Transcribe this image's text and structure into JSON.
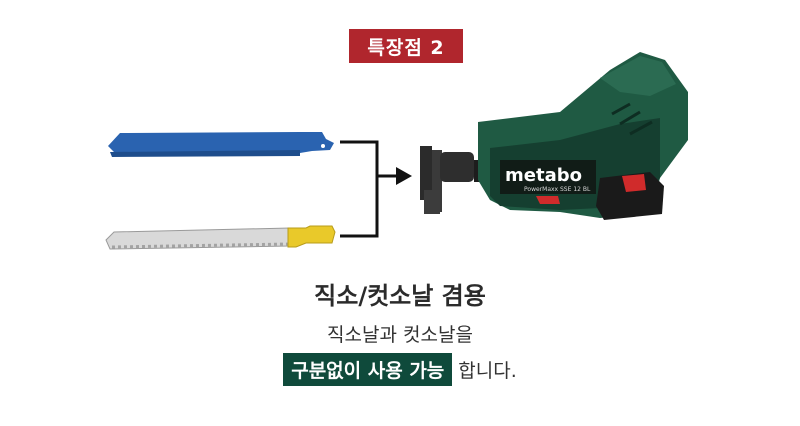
{
  "badge": {
    "text": "특장점 2"
  },
  "tool": {
    "brand": "metabo",
    "model": "PowerMaxx SSE 12 BL"
  },
  "heading": "직소/컷소날 겸용",
  "desc": {
    "line1": "직소날과 컷소날을",
    "highlight": "구분없이 사용 가능",
    "suffix": "합니다."
  },
  "colors": {
    "badge": "#b0262d",
    "highlight": "#0f4a3b",
    "reciprocating_blade": "#2a63b0",
    "jigsaw_blade": "#d9d9d9",
    "jigsaw_tang": "#e9c92a",
    "tool_body": "#1f5a43"
  },
  "icons": {
    "blade_top": "reciprocating-saw-blade-icon",
    "blade_bottom": "jigsaw-blade-icon",
    "arrow": "arrow-right-icon"
  }
}
